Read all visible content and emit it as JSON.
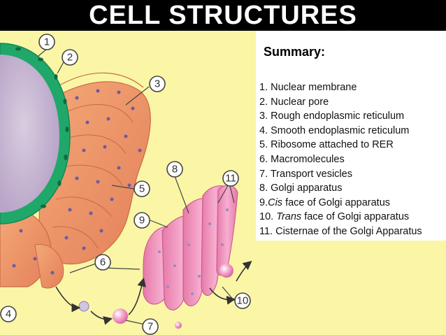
{
  "title": "CELL STRUCTURES",
  "summary": {
    "heading": "Summary:",
    "items": [
      {
        "prefix": "1. ",
        "em": "",
        "text": "Nuclear membrane"
      },
      {
        "prefix": "2. ",
        "em": "",
        "text": "Nuclear pore"
      },
      {
        "prefix": "3. ",
        "em": "",
        "text": "Rough endoplasmic reticulum"
      },
      {
        "prefix": "4. ",
        "em": "",
        "text": "Smooth endoplasmic reticulum"
      },
      {
        "prefix": "5. ",
        "em": "",
        "text": "Ribosome attached to RER"
      },
      {
        "prefix": "6. ",
        "em": "",
        "text": "Macromolecules"
      },
      {
        "prefix": "7. ",
        "em": "",
        "text": "Transport vesicles"
      },
      {
        "prefix": "8. ",
        "em": "",
        "text": "Golgi apparatus"
      },
      {
        "prefix": "9.",
        "em": "Cis",
        "text": " face of Golgi apparatus"
      },
      {
        "prefix": "10. ",
        "em": "Trans",
        "text": " face of Golgi apparatus"
      },
      {
        "prefix": "11. ",
        "em": "",
        "text": "Cisternae of the Golgi Apparatus"
      }
    ]
  },
  "callouts": [
    "1",
    "2",
    "3",
    "4",
    "5",
    "6",
    "7",
    "8",
    "9",
    "10",
    "11"
  ],
  "colors": {
    "background": "#faf6a6",
    "nucleus": "#c9b8d4",
    "nuclear_membrane": "#1fa86a",
    "rer": "#f09a6a",
    "golgi": "#f39ac0",
    "ribosome": "#6a5aa8",
    "title_bar": "#000000"
  }
}
